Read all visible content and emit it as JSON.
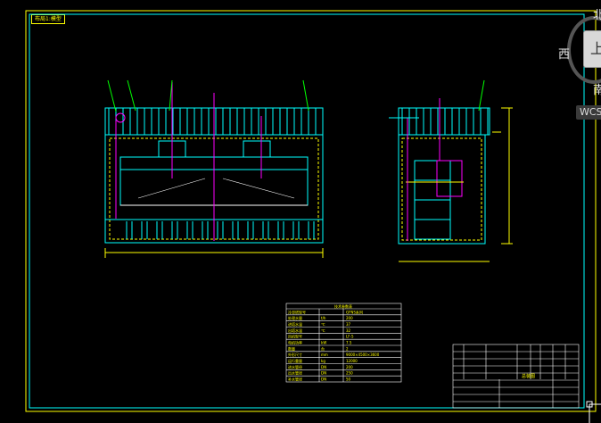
{
  "drawing": {
    "layout_tab": "布局1:模型",
    "viewcube": {
      "north": "北",
      "west": "西",
      "south": "南",
      "top": "上"
    },
    "wcs": "WCS",
    "title_block": {
      "drawing_name": "总装图"
    }
  },
  "spec_table": {
    "title": "技术参数表",
    "rows": [
      [
        "冷却塔型号",
        "",
        "GFNS系列"
      ],
      [
        "处理水量",
        "t/h",
        "200"
      ],
      [
        "进塔水温",
        "℃",
        "37"
      ],
      [
        "出塔水温",
        "℃",
        "32"
      ],
      [
        "风机型号",
        "",
        "LF-5"
      ],
      [
        "电机功率",
        "kW",
        "7.5"
      ],
      [
        "数量",
        "台",
        "2"
      ],
      [
        "外形尺寸",
        "mm",
        "9000×4500×3600"
      ],
      [
        "运行重量",
        "kg",
        "12000"
      ],
      [
        "进水管径",
        "DN",
        "200"
      ],
      [
        "出水管径",
        "DN",
        "250"
      ],
      [
        "补水管径",
        "DN",
        "50"
      ]
    ]
  },
  "colors": {
    "frame": "#ffff00",
    "structure": "#00ffff",
    "pipes": "#ff00ff",
    "text": "#ffff00",
    "leaders": "#00ff00",
    "grid": "#ffffff"
  }
}
